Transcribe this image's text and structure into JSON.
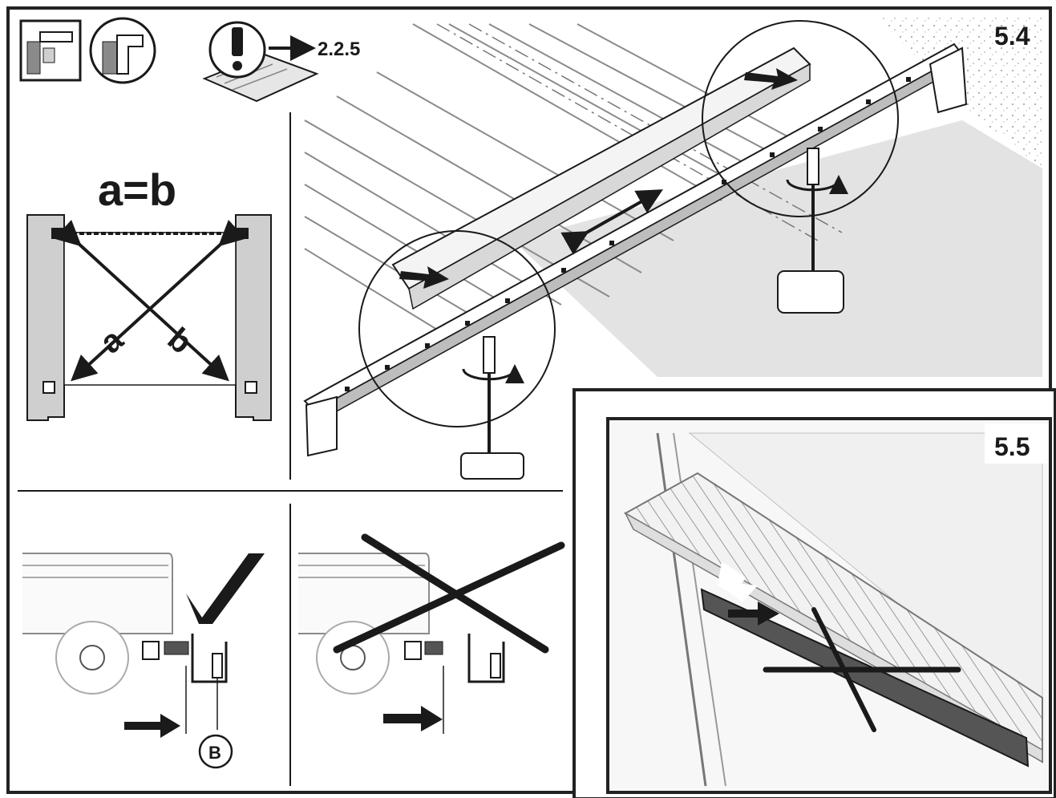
{
  "steps": {
    "main_label": "5.4",
    "inset_label": "5.5"
  },
  "reference": {
    "text": "2.2.5"
  },
  "diagonal": {
    "equation": "a=b",
    "label_a": "a",
    "label_b": "b"
  },
  "fastener": {
    "label": "B"
  },
  "colors": {
    "ink": "#1a1a1a",
    "floor_gray": "#e3e3e3",
    "light_gray": "#efefef",
    "mid_gray": "#c8c8c8",
    "dark_rail": "#555555",
    "panel_border": "#222222"
  }
}
